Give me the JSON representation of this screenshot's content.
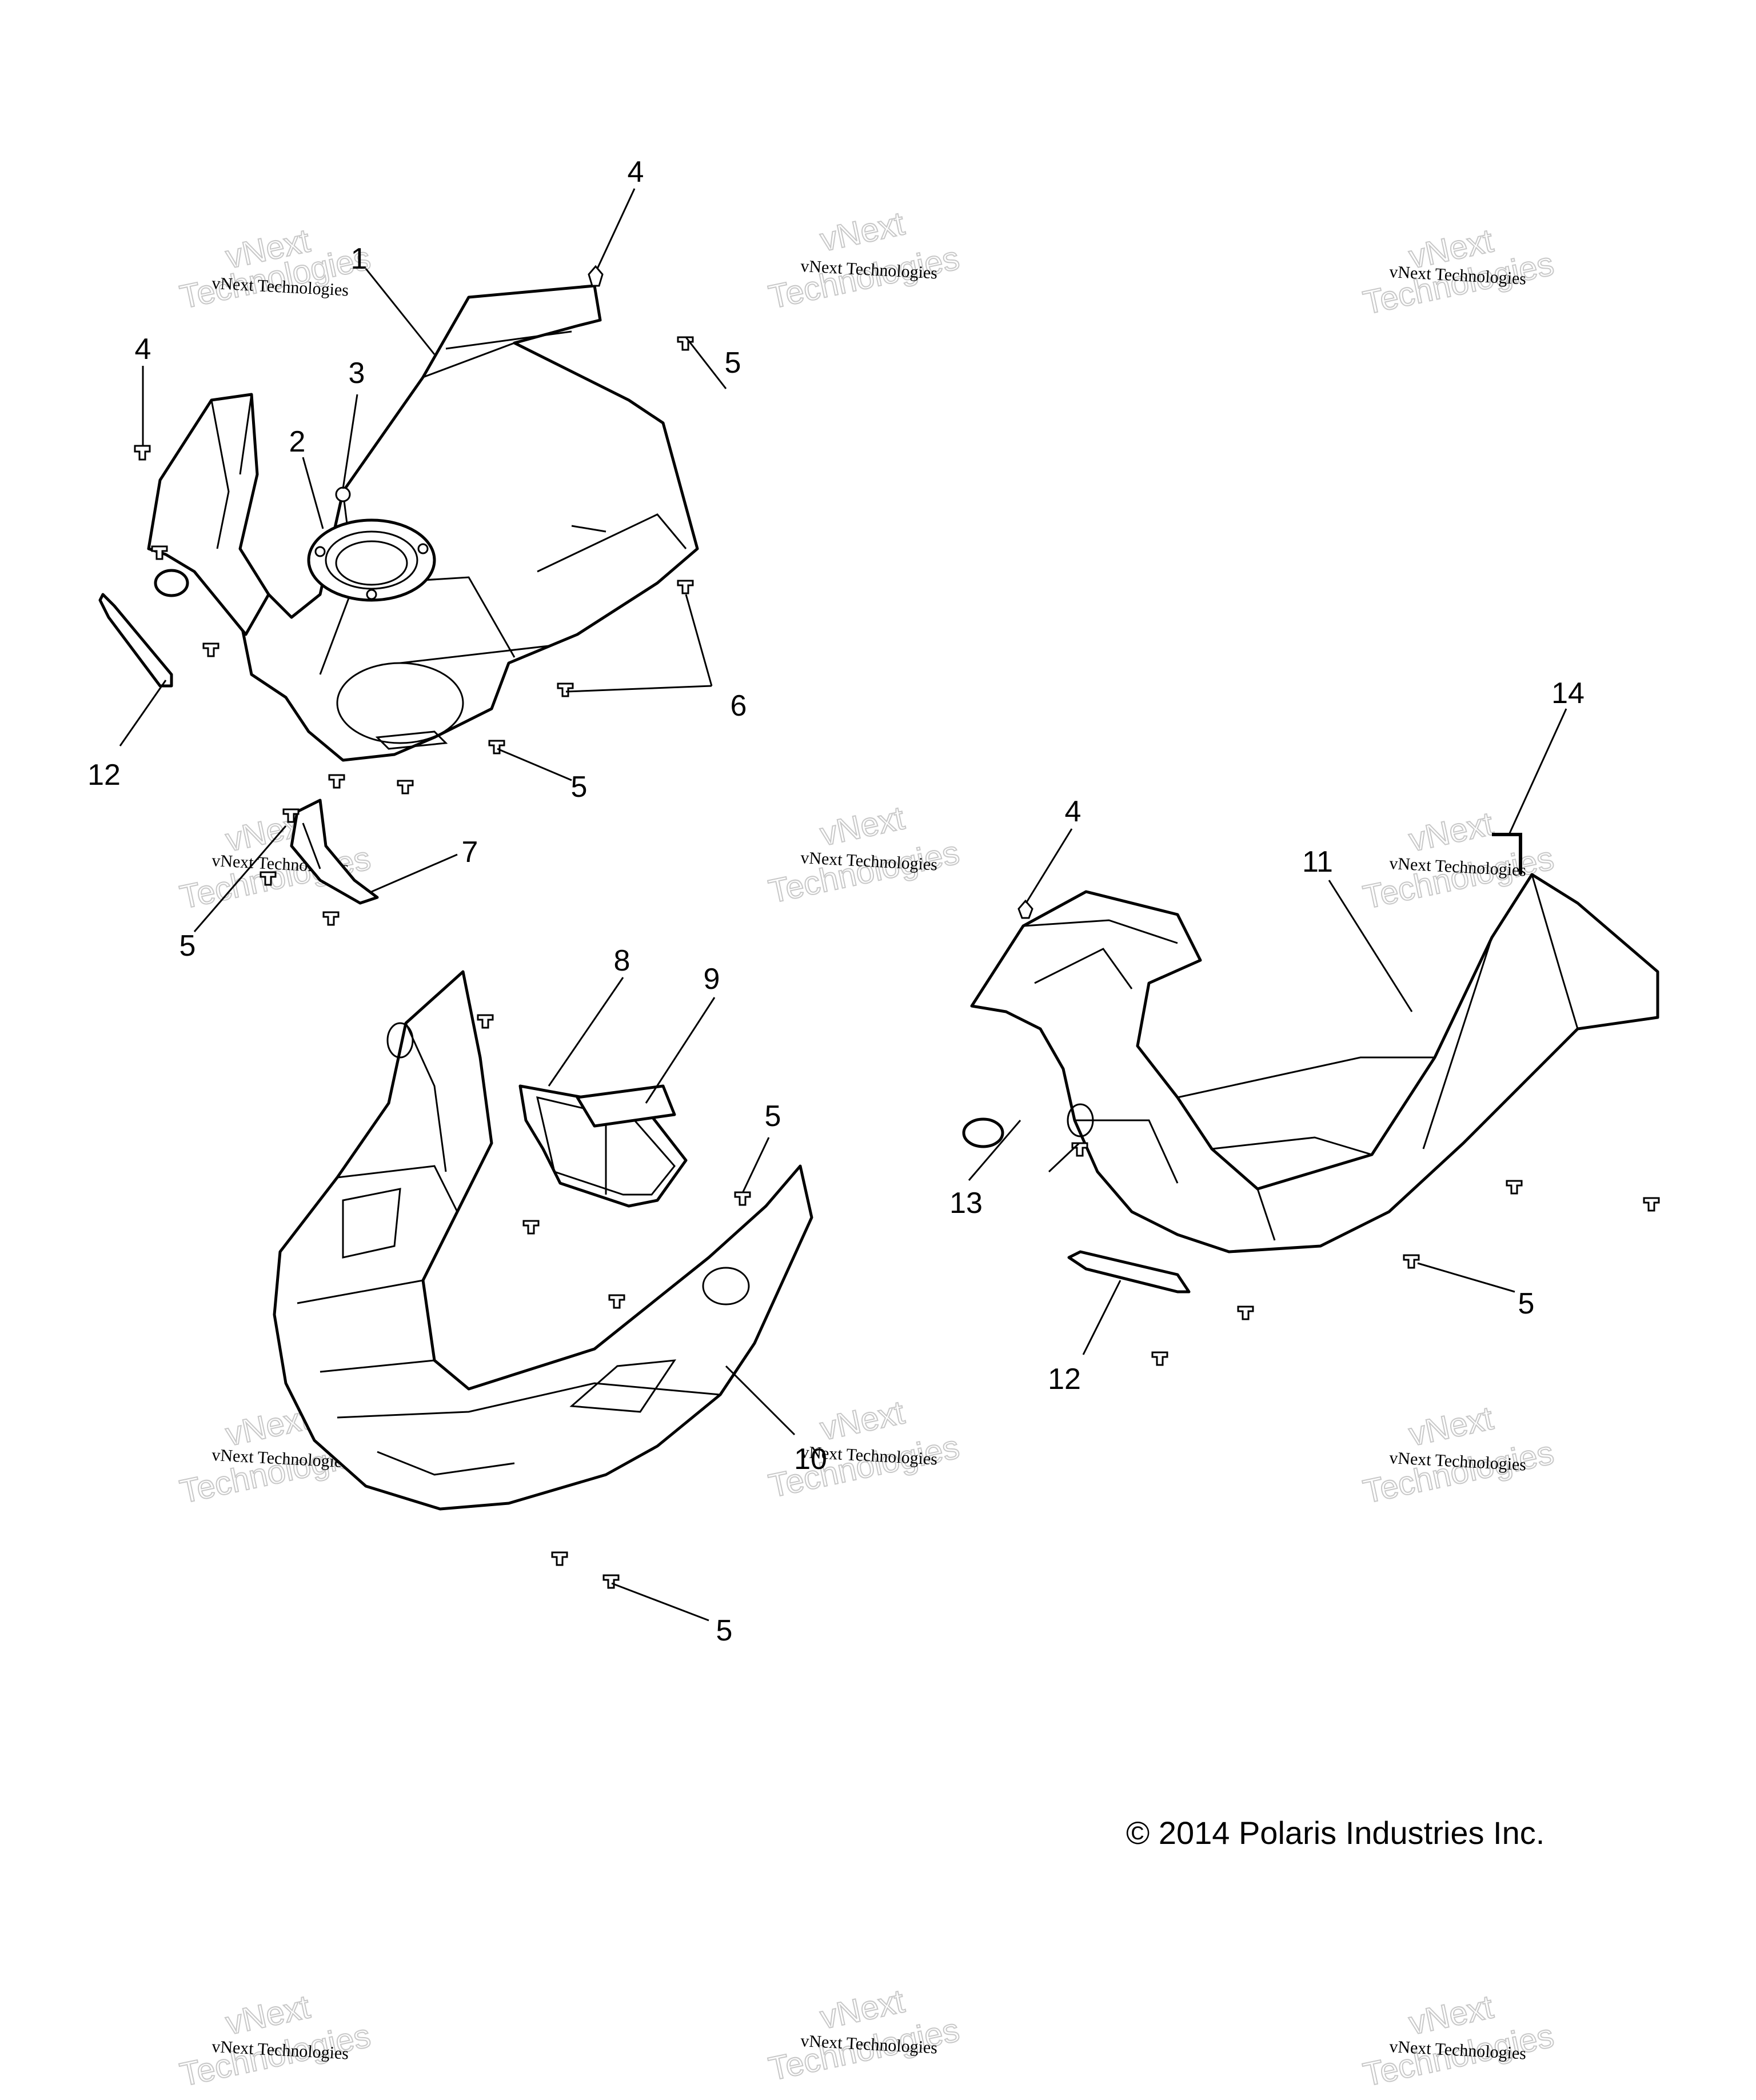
{
  "callouts": [
    {
      "id": "c1",
      "label": "1"
    },
    {
      "id": "c2",
      "label": "2"
    },
    {
      "id": "c3",
      "label": "3"
    },
    {
      "id": "c4a",
      "label": "4"
    },
    {
      "id": "c4b",
      "label": "4"
    },
    {
      "id": "c4c",
      "label": "4"
    },
    {
      "id": "c5a",
      "label": "5"
    },
    {
      "id": "c5b",
      "label": "5"
    },
    {
      "id": "c5c",
      "label": "5"
    },
    {
      "id": "c5d",
      "label": "5"
    },
    {
      "id": "c5e",
      "label": "5"
    },
    {
      "id": "c5f",
      "label": "5"
    },
    {
      "id": "c6",
      "label": "6"
    },
    {
      "id": "c7",
      "label": "7"
    },
    {
      "id": "c8",
      "label": "8"
    },
    {
      "id": "c9",
      "label": "9"
    },
    {
      "id": "c10",
      "label": "10"
    },
    {
      "id": "c11",
      "label": "11"
    },
    {
      "id": "c12a",
      "label": "12"
    },
    {
      "id": "c12b",
      "label": "12"
    },
    {
      "id": "c13",
      "label": "13"
    },
    {
      "id": "c14",
      "label": "14"
    }
  ],
  "watermark": {
    "company_line": "vNext Technologies",
    "outline_line_1": "vNext",
    "outline_line_2": "Technologies"
  },
  "copyright": "© 2014 Polaris Industries Inc."
}
